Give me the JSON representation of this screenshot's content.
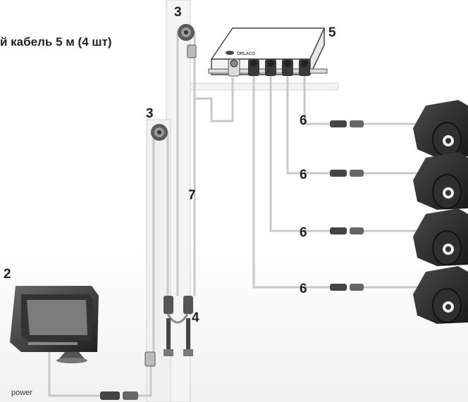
{
  "caption": "й кабель 5 м (4 шт)",
  "power_label": "power",
  "brand_label": "ORLACO",
  "labels": {
    "monitor": "2",
    "pulley_top": "3",
    "pulley_mid": "3",
    "joint": "4",
    "hub": "5",
    "conn_1": "6",
    "conn_2": "6",
    "conn_3": "6",
    "conn_4": "6",
    "cable": "7"
  },
  "colors": {
    "camera": "#2b2b2b",
    "cable": "#cccccc",
    "hub": "#ffffff",
    "outline": "#444444"
  }
}
